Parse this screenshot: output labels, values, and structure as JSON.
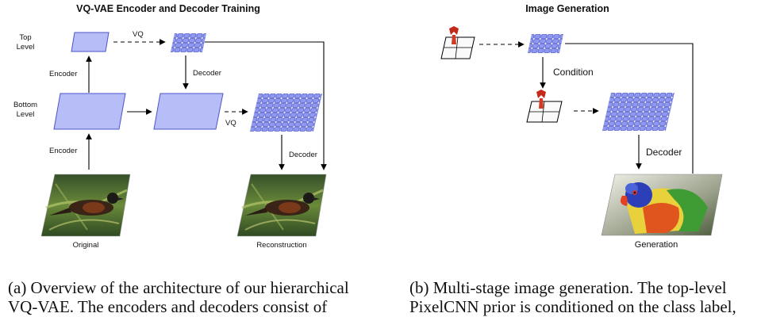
{
  "left_panel": {
    "title": "VQ-VAE Encoder and Decoder Training",
    "top_level_label": [
      "Top",
      "Level"
    ],
    "bottom_level_label": [
      "Bottom",
      "Level"
    ],
    "encoder_bottom_label": "Encoder",
    "encoder_top_label": "Encoder",
    "vq_top_label": "VQ",
    "vq_bottom_label": "VQ",
    "decoder_top_label": "Decoder",
    "decoder_bottom_label": "Decoder",
    "original_label": "Original",
    "reconstruction_label": "Reconstruction"
  },
  "right_panel": {
    "title": "Image Generation",
    "condition_label": "Condition",
    "decoder_label": "Decoder",
    "generation_label": "Generation"
  },
  "captions": {
    "a": [
      "(a) Overview of the architecture of our hierarchical",
      "VQ-VAE. The encoders and decoders consist of"
    ],
    "b": [
      "(b) Multi-stage image generation.  The top-level",
      "PixelCNN prior is conditioned on the class label,"
    ]
  },
  "colors": {
    "latent_fill": "#b6bdf7",
    "latent_stroke": "#4b55c7",
    "grid_fill": "#8d97f0",
    "arrow": "#000000"
  }
}
